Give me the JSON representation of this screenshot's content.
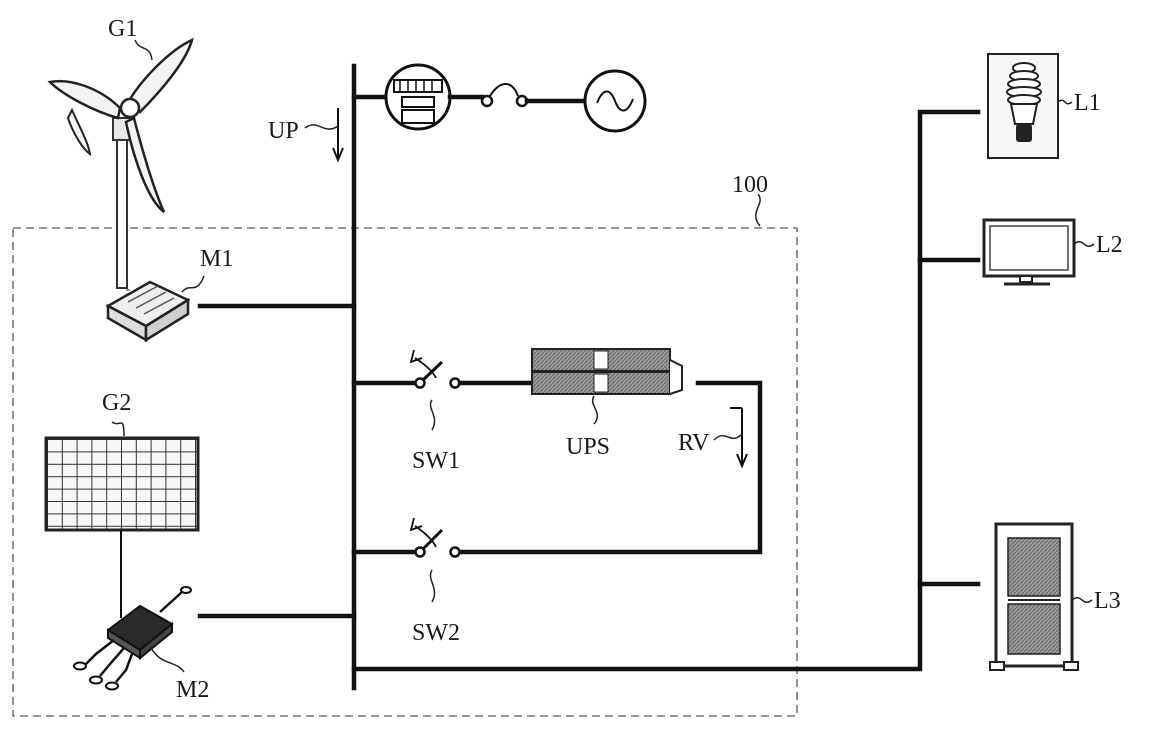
{
  "labels": {
    "g1": "G1",
    "g2": "G2",
    "m1": "M1",
    "m2": "M2",
    "up": "UP",
    "rv": "RV",
    "box": "100",
    "sw1": "SW1",
    "sw2": "SW2",
    "ups": "UPS",
    "l1": "L1",
    "l2": "L2",
    "l3": "L3"
  },
  "colors": {
    "line": "#111111",
    "boundary": "#777777",
    "panel_fill": "#f2f2f2",
    "dark_fill": "#2a2a2a"
  },
  "icons": {
    "g1": "wind-turbine-icon",
    "g2": "solar-panel-icon",
    "m1": "power-converter-icon",
    "m2": "micro-inverter-icon",
    "meter": "electric-meter-icon",
    "grid": "ac-grid-source-icon",
    "ups": "ups-unit-icon",
    "l1": "light-bulb-icon",
    "l2": "monitor-icon",
    "l3": "computer-tower-icon"
  }
}
